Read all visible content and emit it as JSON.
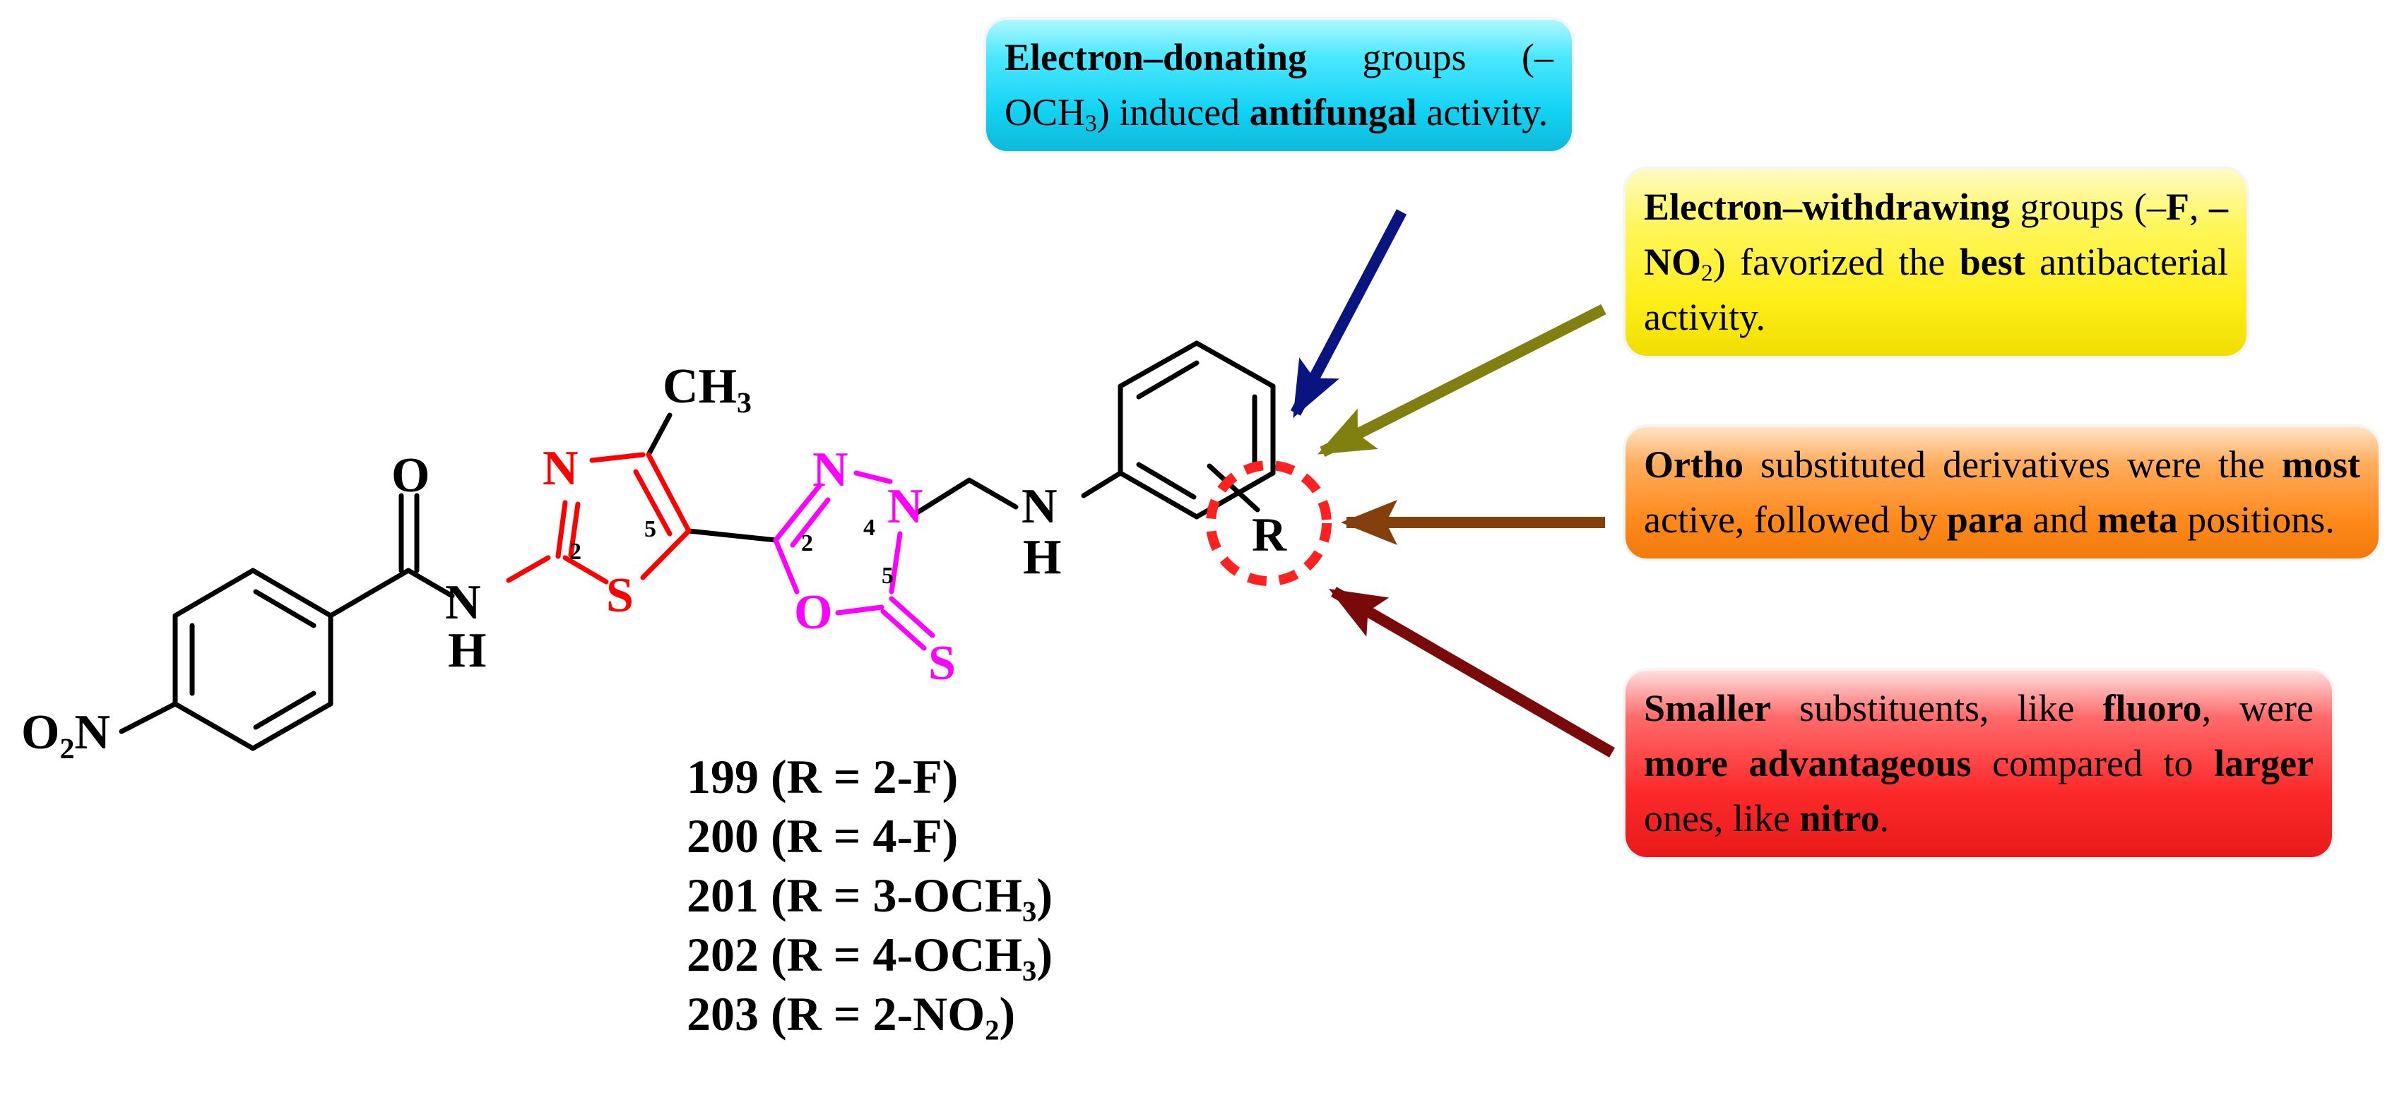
{
  "molecule": {
    "atoms": {
      "o2n": "O₂N",
      "carbonyl_o": "O",
      "amide_n": "N",
      "amide_h": "H",
      "thiazole_n": "N",
      "thiazole_s": "S",
      "methyl": "CH₃",
      "oxadiazole_n1": "N",
      "oxadiazole_n2": "N",
      "oxadiazole_o": "O",
      "thione_s": "S",
      "amine_n": "N",
      "amine_h": "H",
      "r_group": "R"
    },
    "ring_numbers": {
      "thiazole_2": "2",
      "thiazole_5": "5",
      "oxadiazole_2": "2",
      "oxadiazole_4": "4",
      "oxadiazole_5": "5"
    }
  },
  "compounds": [
    "199 (R = 2-F)",
    "200 (R = 4-F)",
    "201 (R = 3-OCH₃)",
    "202 (R = 4-OCH₃)",
    "203 (R = 2-NO₂)"
  ],
  "callouts": {
    "donating": {
      "p1": "Electron–donating",
      "p2": " groups (–OCH",
      "p3": "3",
      "p4": ") induced ",
      "p5": "antifungal",
      "p6": " activity."
    },
    "withdrawing": {
      "p1": "Electron–withdrawing",
      "p2": " groups (–",
      "p3": "F",
      "p4": ", ",
      "p5": "–NO",
      "p6": "2",
      "p7": ") favorized the ",
      "p8": "best",
      "p9": " antibacterial activity."
    },
    "ortho": {
      "p1": "Ortho",
      "p2": " substituted derivatives were the ",
      "p3": "most",
      "p4": " active, followed by ",
      "p5": "para",
      "p6": " and ",
      "p7": "meta",
      "p8": " positions."
    },
    "smaller": {
      "p1": "Smaller",
      "p2": " substituents, like ",
      "p3": "fluoro",
      "p4": ", were ",
      "p5": "more advantageous",
      "p6": " compared to ",
      "p7": "larger",
      "p8": " ones, like ",
      "p9": "nitro",
      "p10": "."
    }
  },
  "colors": {
    "thiazole": "#ff0000",
    "oxadiazole": "#ff00ff",
    "bonds": "#000000",
    "highlight_circle": "#ff2020",
    "arrow_donating": "#0a1480",
    "arrow_withdrawing": "#808010",
    "arrow_ortho": "#84400c",
    "arrow_smaller": "#7a0a0a",
    "box_donating": "#19d3f2",
    "box_withdrawing": "#fff32a",
    "box_ortho": "#ff8c22",
    "box_smaller": "#fc3030"
  }
}
